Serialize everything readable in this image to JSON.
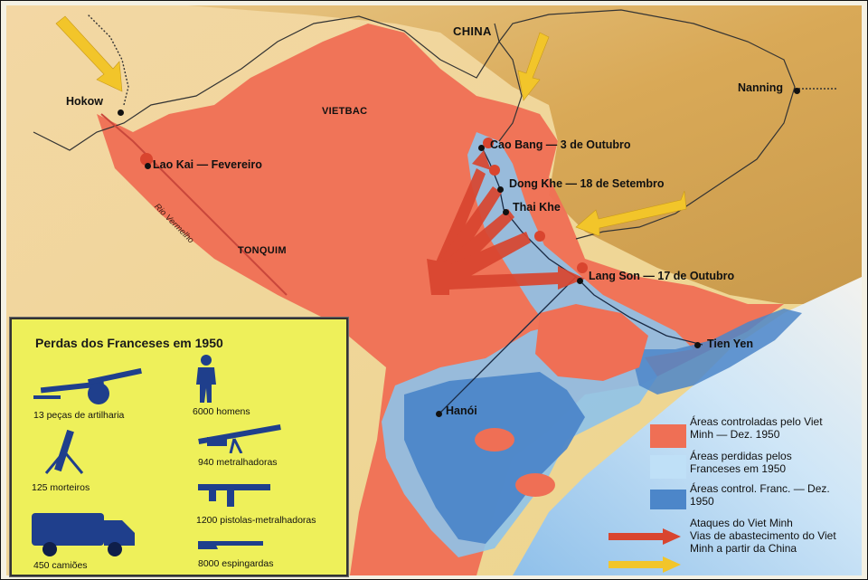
{
  "map": {
    "country_label": "CHINA",
    "regions": {
      "vietbac": "VIETBAC",
      "tonquim": "TONQUIM",
      "river": "Rio Vermelho"
    },
    "cities": {
      "hokow": "Hokow",
      "nanning": "Nanning",
      "lao_kai": "Lao Kai — Fevereiro",
      "cao_bang": "Cao Bang — 3 de Outubro",
      "dong_khe": "Dong Khe — 18 de Setembro",
      "thai_khe": "Thai Khe",
      "lang_son": "Lang Son — 17 de Outubro",
      "tien_yen": "Tien Yen",
      "hanoi": "Hanói"
    },
    "colors": {
      "viet_minh_area": "#ef6f55",
      "lost_area": "#8ec3ea",
      "french_area": "#4c86c9",
      "china_land": "#d9ab59",
      "vm_attack": "#e0442e",
      "china_supply": "#f2c52a"
    }
  },
  "losses": {
    "title": "Perdas dos Franceses em 1950",
    "items": {
      "artillery": "13 peças de artilharia",
      "men": "6000 homens",
      "mortars": "125 morteiros",
      "machine_guns": "940 metralhadoras",
      "smgs": "1200 pistolas-metralhadoras",
      "trucks": "450 camiões",
      "rifles": "8000 espingardas"
    }
  },
  "key": {
    "vm_controlled": "Áreas controladas pelo Viet Minh — Dez. 1950",
    "lost": "Áreas perdidas pelos Franceses em 1950",
    "french_controlled": "Áreas control. Franc. — Dez. 1950",
    "vm_attacks": "Ataques do Viet Minh",
    "supply_routes": "Vias de abastecimento do Viet Minh a partir da China"
  }
}
